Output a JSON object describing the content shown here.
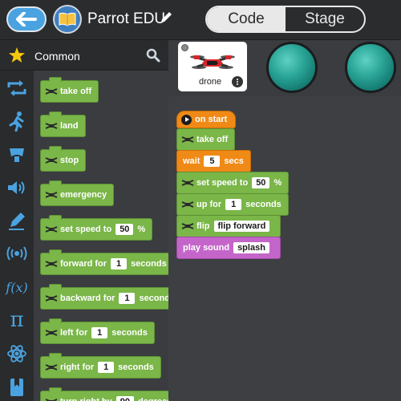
{
  "header": {
    "project_title": "Parrot EDU",
    "tabs": [
      {
        "label": "Code",
        "active": true
      },
      {
        "label": "Stage",
        "active": false
      }
    ]
  },
  "category": {
    "name": "Common"
  },
  "rail_icons": [
    "repeat-icon",
    "running-figure-icon",
    "gamepad-icon",
    "speaker-icon",
    "pen-icon",
    "broadcast-icon",
    "function-icon",
    "pi-icon",
    "atom-icon",
    "bookmark-icon"
  ],
  "rail_labels": {
    "function": "f(x)",
    "pi": "π"
  },
  "palette": {
    "blocks": [
      {
        "id": "take-off",
        "text": "take off"
      },
      {
        "id": "land",
        "text": "land"
      },
      {
        "id": "stop",
        "text": "stop"
      },
      {
        "id": "emergency",
        "text": "emergency"
      },
      {
        "id": "set-speed",
        "prefix": "set speed to",
        "value": "50",
        "suffix": "%"
      },
      {
        "id": "forward",
        "prefix": "forward for",
        "value": "1",
        "suffix": "seconds"
      },
      {
        "id": "backward",
        "prefix": "backward for",
        "value": "1",
        "suffix": "seconds"
      },
      {
        "id": "left",
        "prefix": "left for",
        "value": "1",
        "suffix": "seconds"
      },
      {
        "id": "right",
        "prefix": "right for",
        "value": "1",
        "suffix": "seconds"
      },
      {
        "id": "turn-right",
        "prefix": "turn right by",
        "value": "90",
        "suffix": "degrees"
      }
    ]
  },
  "device": {
    "label": "drone"
  },
  "script": {
    "hat": "on start",
    "take_off": "take off",
    "wait": {
      "prefix": "wait",
      "value": "5",
      "suffix": "secs"
    },
    "set_speed": {
      "prefix": "set speed to",
      "value": "50",
      "suffix": "%"
    },
    "up_for": {
      "prefix": "up for",
      "value": "1",
      "suffix": "seconds"
    },
    "flip": {
      "prefix": "flip",
      "value": "flip forward"
    },
    "play_sound": {
      "prefix": "play sound",
      "value": "splash"
    }
  },
  "colors": {
    "motion_block": "#7ab648",
    "control_block": "#f08a16",
    "sound_block": "#c466c9",
    "led": "#2aa597",
    "back_button": "#4aa3e0"
  }
}
